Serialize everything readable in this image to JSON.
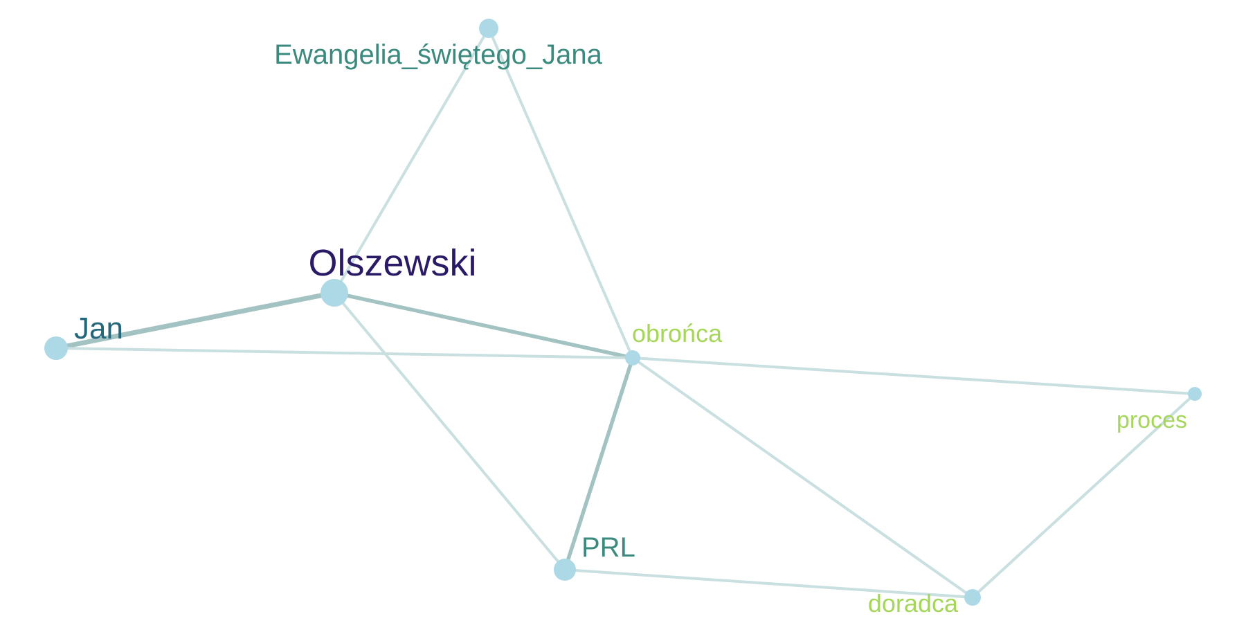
{
  "graph": {
    "nodes": [
      {
        "id": "ewangelia",
        "label": "Ewangelia_świętego_Jana",
        "color": "#3a8a7d"
      },
      {
        "id": "olszewski",
        "label": "Olszewski",
        "color": "#2b1a66"
      },
      {
        "id": "jan",
        "label": "Jan",
        "color": "#24667a"
      },
      {
        "id": "obronca",
        "label": "obrońca",
        "color": "#a5d65a"
      },
      {
        "id": "proces",
        "label": "proces",
        "color": "#a5d65a"
      },
      {
        "id": "prl",
        "label": "PRL",
        "color": "#3a8a7d"
      },
      {
        "id": "doradca",
        "label": "doradca",
        "color": "#a5d65a"
      }
    ],
    "edges": [
      {
        "source": "jan",
        "target": "olszewski",
        "weight": 3
      },
      {
        "source": "olszewski",
        "target": "obronca",
        "weight": 2
      },
      {
        "source": "obronca",
        "target": "prl",
        "weight": 2
      },
      {
        "source": "olszewski",
        "target": "ewangelia",
        "weight": 1
      },
      {
        "source": "ewangelia",
        "target": "obronca",
        "weight": 1
      },
      {
        "source": "jan",
        "target": "obronca",
        "weight": 1
      },
      {
        "source": "olszewski",
        "target": "prl",
        "weight": 1
      },
      {
        "source": "obronca",
        "target": "proces",
        "weight": 1
      },
      {
        "source": "obronca",
        "target": "doradca",
        "weight": 1
      },
      {
        "source": "prl",
        "target": "doradca",
        "weight": 1
      },
      {
        "source": "proces",
        "target": "doradca",
        "weight": 1
      }
    ],
    "node_fill": "#add8e6",
    "edge_color_light": "#c9dfe0",
    "edge_color_dark": "#a3c2c2"
  }
}
